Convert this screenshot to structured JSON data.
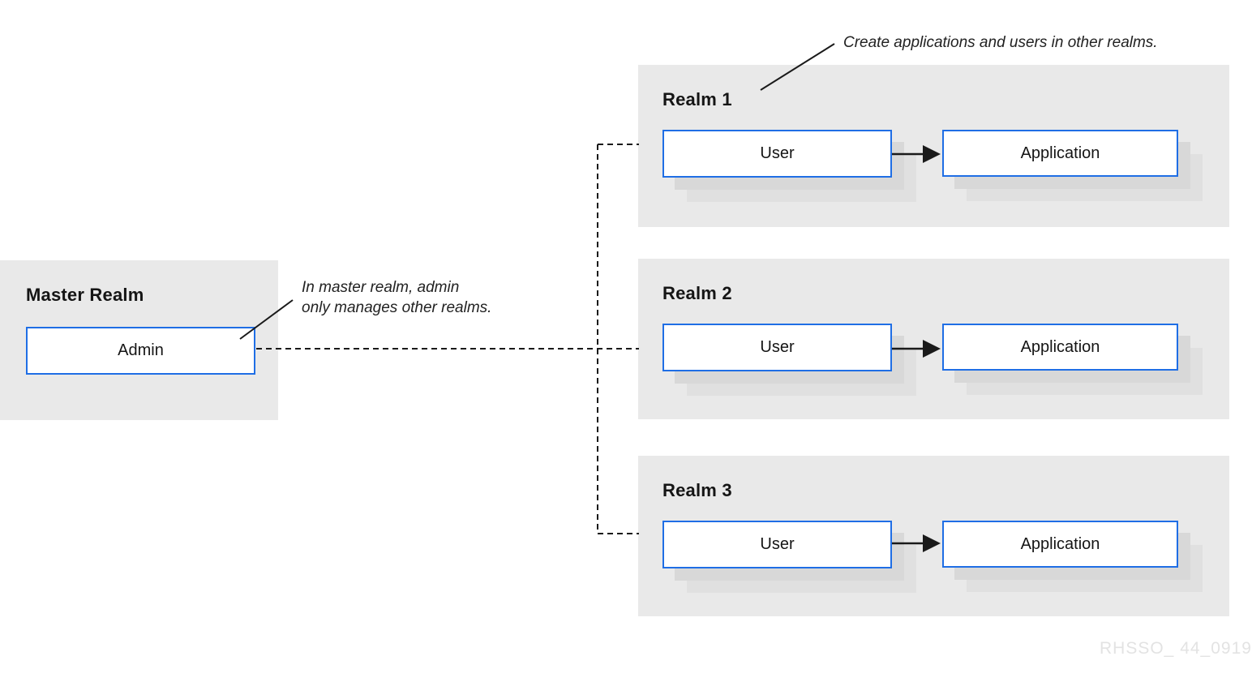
{
  "colors": {
    "accent_blue": "#1f6ee5",
    "panel_gray": "#e9e9e9",
    "line_black": "#1a1a1a",
    "watermark_gray": "#e3e3e3"
  },
  "master": {
    "title": "Master Realm",
    "node": "Admin"
  },
  "realms": [
    {
      "title": "Realm 1",
      "user": "User",
      "app": "Application"
    },
    {
      "title": "Realm 2",
      "user": "User",
      "app": "Application"
    },
    {
      "title": "Realm 3",
      "user": "User",
      "app": "Application"
    }
  ],
  "annotations": {
    "top": "Create applications and users in other realms.",
    "master_line1": "In master realm, admin",
    "master_line2": "only manages other realms."
  },
  "watermark": "RHSSO_ 44_0919"
}
